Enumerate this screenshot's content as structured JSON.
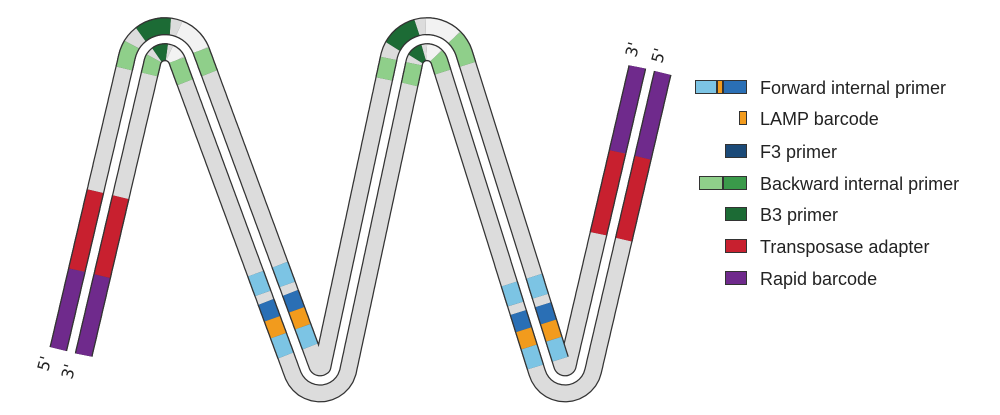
{
  "colors": {
    "strand_fill": "#dcdcdc",
    "strand_stroke": "#333333",
    "forward_light": "#7cc4e4",
    "forward_dark": "#2a6fb5",
    "lamp_barcode": "#f29b1d",
    "f3_primer": "#1b4a78",
    "backward_light": "#8fcf8a",
    "backward_dark": "#3a9a4a",
    "b3_primer": "#1c6b35",
    "transposase_adapter": "#c8202f",
    "rapid_barcode": "#6f2a8c",
    "gap_white": "#f2f2f2"
  },
  "end_labels": {
    "left_outer": "5'",
    "left_inner": "3'",
    "right_inner": "3'",
    "right_outer": "5'"
  },
  "legend": [
    {
      "label": "Forward internal primer",
      "icon": "forward-internal-primer-swatch"
    },
    {
      "label": "LAMP barcode",
      "icon": "lamp-barcode-swatch"
    },
    {
      "label": "F3 primer",
      "icon": "f3-primer-swatch"
    },
    {
      "label": "Backward internal primer",
      "icon": "backward-internal-primer-swatch"
    },
    {
      "label": "B3 primer",
      "icon": "b3-primer-swatch"
    },
    {
      "label": "Transposase adapter",
      "icon": "transposase-adapter-swatch"
    },
    {
      "label": "Rapid barcode",
      "icon": "rapid-barcode-swatch"
    }
  ]
}
